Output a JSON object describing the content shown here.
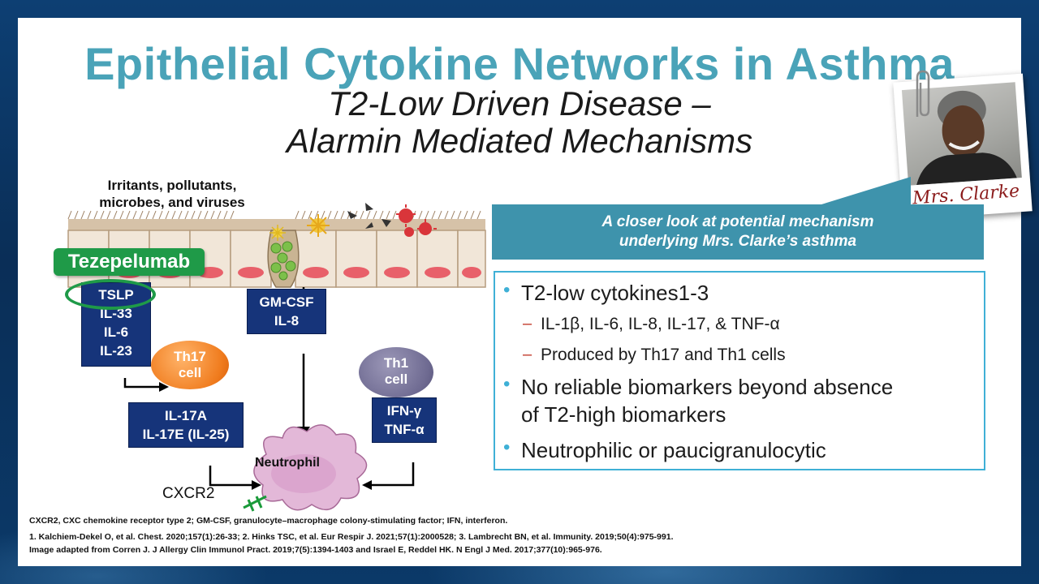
{
  "title": "Epithelial Cytokine Networks in Asthma",
  "subtitle_line1": "T2-Low Driven Disease –",
  "subtitle_line2": "Alarmin Mediated Mechanisms",
  "patient": {
    "name": "Mrs. Clarke"
  },
  "diagram": {
    "irritants_line1": "Irritants, pollutants,",
    "irritants_line2": "microbes, and viruses",
    "drug": "Tezepelumab",
    "tslp": "TSLP",
    "box1": [
      "IL-33",
      "IL-6",
      "IL-23"
    ],
    "gmcsf": [
      "GM-CSF",
      "IL-8"
    ],
    "th17": [
      "Th17",
      "cell"
    ],
    "th1": [
      "Th1",
      "cell"
    ],
    "il17": [
      "IL-17A",
      "IL-17E (IL-25)"
    ],
    "ifn": [
      "IFN-γ",
      "TNF-α"
    ],
    "neutrophil": "Neutrophil",
    "receptor": "CXCR2"
  },
  "callout": {
    "line1": "A closer look at potential mechanism",
    "line2": "underlying Mrs. Clarke’s asthma"
  },
  "bullets": {
    "b1": "T2-low cytokines1-3",
    "b1_sub1": "IL-1β, IL-6, IL-8, IL-17, & TNF-α",
    "b1_sub2": "Produced by Th17 and Th1 cells",
    "b2_line1": "No reliable biomarkers beyond absence",
    "b2_line2": "of T2-high biomarkers",
    "b3": "Neutrophilic or paucigranulocytic"
  },
  "footnotes": {
    "abbr": "CXCR2, CXC chemokine  receptor type 2; GM-CSF, granulocyte–macrophage  colony-stimulating  factor; IFN, interferon.",
    "ref1": "1. Kalchiem-Dekel  O, et al. Chest. 2020;157(1):26-33;  2. Hinks TSC, et al. Eur Respir J. 2021;57(1):2000528;  3. Lambrecht BN, et al. Immunity. 2019;50(4):975-991.",
    "ref2": "Image adapted from Corren J. J Allergy Clin Immunol Pract. 2019;7(5):1394-1403  and Israel E, Reddel HK. N Engl J Med. 2017;377(10):965-976."
  },
  "colors": {
    "title": "#4aa3b8",
    "navy": "#16347a",
    "drug_green": "#1f9a48",
    "accent": "#3fb0d6"
  }
}
